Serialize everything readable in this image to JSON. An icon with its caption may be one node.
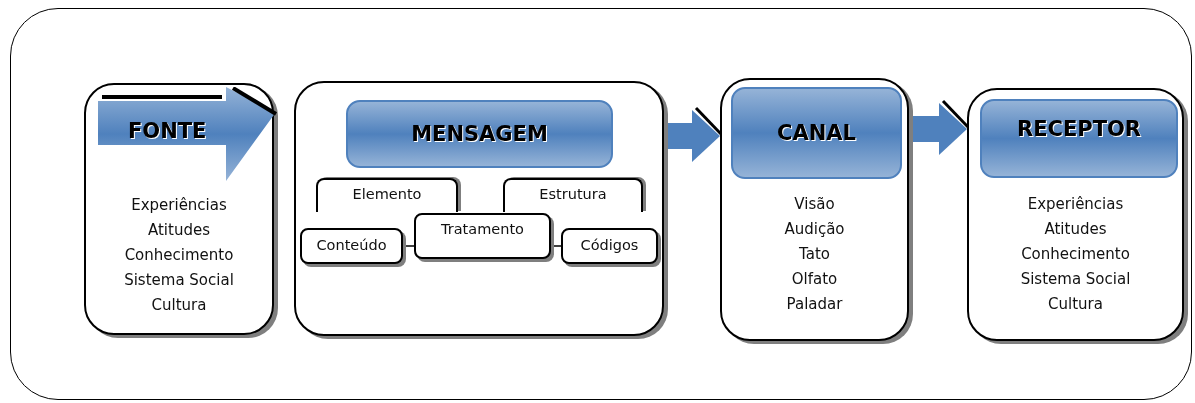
{
  "diagram": {
    "nodes": [
      {
        "text": [],
        "shape": "box"
      },
      {
        "text": [
          "Experiências",
          "Atitudes",
          "Conhecimento",
          "Sistema Social",
          "Cultura"
        ],
        "in": 0
      },
      {
        "text": [
          "FONTE"
        ],
        "in": 1
      },
      {
        "text": [],
        "shape": "box",
        "in": 0
      },
      {
        "text": [
          "MENSAGEM"
        ],
        "in": 3
      },
      {
        "text": [
          "Elemento"
        ],
        "in": 3
      },
      {
        "text": [
          "Estrutura"
        ],
        "in": 3
      },
      {
        "text": [
          "Conteúdo"
        ],
        "in": 3
      },
      {
        "text": [
          "Tratamento"
        ],
        "in": 3
      },
      {
        "text": [
          "Códigos"
        ],
        "in": 3
      },
      {
        "text": [
          "Visão",
          "Audição",
          "Tato",
          "Olfato",
          "Paladar"
        ],
        "in": 0
      },
      {
        "text": [
          "CANAL"
        ],
        "in": 10
      },
      {
        "text": [
          "Experiências",
          "Atitudes",
          "Conhecimento",
          "Sistema Social",
          "Cultura"
        ],
        "in": 0
      },
      {
        "text": [
          "RECEPTOR"
        ],
        "in": 12
      }
    ],
    "edges": [
      {
        "from": 3,
        "to": 10,
        "arrow": "to",
        "style": "thick"
      },
      {
        "from": 10,
        "to": 12,
        "arrow": "to",
        "style": "thick"
      },
      {
        "from": 7,
        "to": 8,
        "arrow": "none",
        "color": "#000000"
      },
      {
        "from": 8,
        "to": 9,
        "arrow": "none",
        "color": "#000000"
      }
    ]
  }
}
